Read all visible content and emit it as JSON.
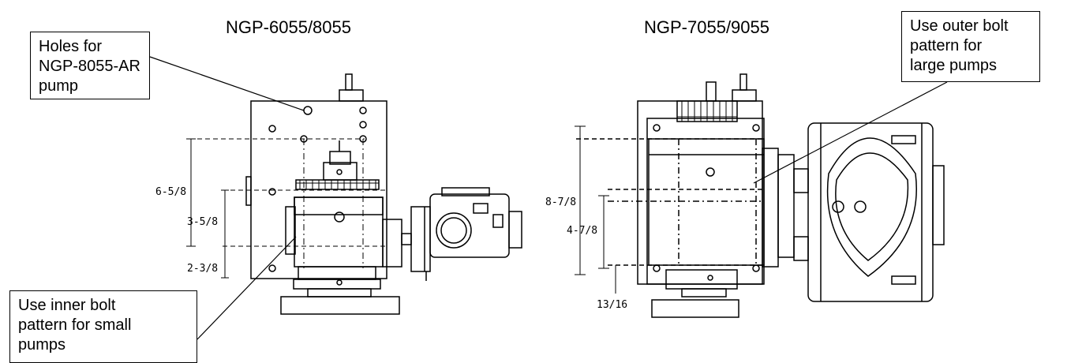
{
  "titles": {
    "left": "NGP-6055/8055",
    "right": "NGP-7055/9055"
  },
  "callouts": {
    "holes": [
      "Holes for",
      "NGP-8055-AR",
      "pump"
    ],
    "inner": [
      "Use inner bolt",
      "pattern for small",
      "pumps"
    ],
    "outer": [
      "Use outer bolt",
      "pattern for",
      "large pumps"
    ]
  },
  "dimensions": {
    "left_overall": "6-5/8",
    "left_upper": "3-5/8",
    "left_lower": "2-3/8",
    "right_overall": "8-7/8",
    "right_inner": "4-7/8",
    "right_offset": "13/16"
  }
}
